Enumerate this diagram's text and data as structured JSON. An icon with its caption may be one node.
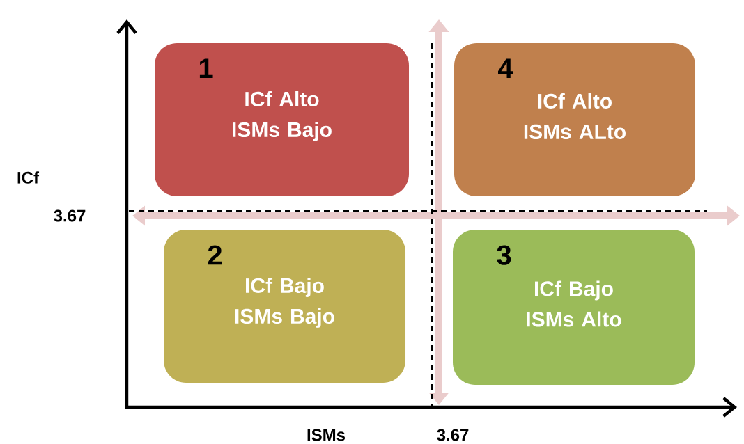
{
  "diagram": {
    "nodes": [
      {
        "text": [
          "1",
          "ICf Alto ISMs Bajo"
        ]
      },
      {
        "text": [
          "4",
          "ICf Alto ISMs ALto"
        ]
      },
      {
        "text": [
          "2",
          "ICf Bajo ISMs Bajo"
        ]
      },
      {
        "text": [
          "3",
          "ICf Bajo ISMs Alto"
        ]
      }
    ],
    "labels": [
      "ICf",
      "3.67",
      "ISMs",
      "3.67"
    ]
  }
}
